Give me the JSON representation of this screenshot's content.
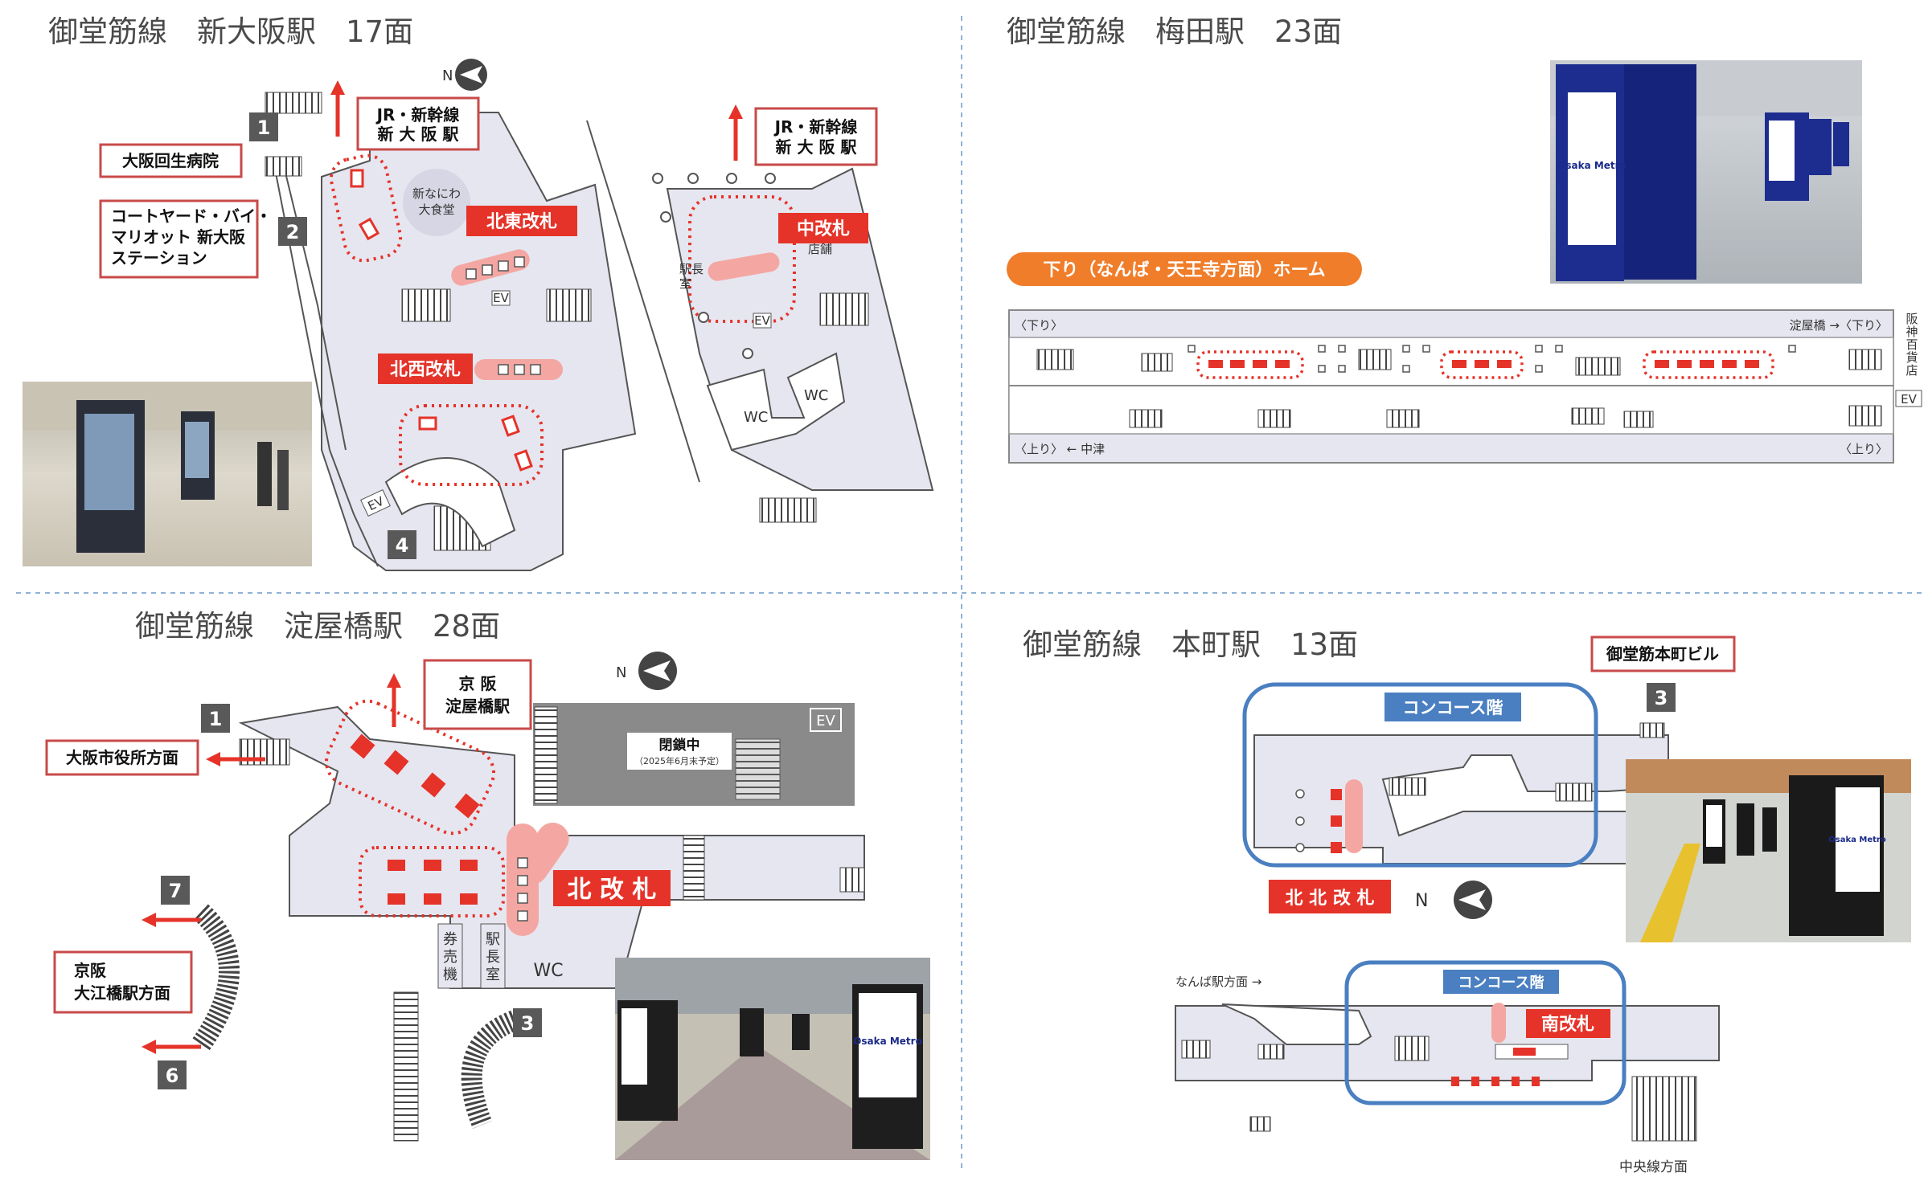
{
  "sections": {
    "shin_osaka": {
      "title": "御堂筋線　新大阪駅　17面",
      "exits": [
        "1",
        "2",
        "4"
      ],
      "labels": {
        "jr": [
          "JR・新幹線",
          "新 大 阪 駅"
        ],
        "jr_right": [
          "JR・新幹線",
          "新 大 阪 駅"
        ],
        "hospital": "大阪回生病院",
        "courtyard": [
          "コートヤード・バイ・",
          "マリオット 新大阪",
          "ステーション"
        ],
        "food_hall": [
          "新なにわ",
          "大食堂"
        ],
        "gate_ne": "北東改札",
        "gate_nw": "北西改札",
        "gate_mid": "中改札",
        "station_master": [
          "駅長",
          "室"
        ],
        "shop": "店舗",
        "ev": "EV",
        "wc": "WC",
        "north": "N"
      }
    },
    "umeda": {
      "title": "御堂筋線　梅田駅　23面",
      "platform_badge": "下り（なんば・天王寺方面）ホーム",
      "top_left": "〈下り〉",
      "top_right": "淀屋橋 →〈下り〉",
      "bottom_left": "〈上り〉 ← 中津",
      "bottom_right": "〈上り〉",
      "side": [
        "阪",
        "神",
        "百",
        "貨",
        "店"
      ],
      "ev": "EV",
      "photo_brand": "Osaka Metro"
    },
    "yodoyabashi": {
      "title": "御堂筋線　淀屋橋駅　28面",
      "exits": [
        "1",
        "7",
        "6",
        "3"
      ],
      "labels": {
        "keihan": [
          "京 阪",
          "淀屋橋駅"
        ],
        "city_hall": "大阪市役所方面",
        "oebashi": [
          "京阪",
          "大江橋駅方面"
        ],
        "closed": "閉鎖中",
        "closed_note": "（2025年6月末予定）",
        "gate_north": "北 改 札",
        "ticket": [
          "券",
          "売",
          "機"
        ],
        "station_master": [
          "駅",
          "長",
          "室"
        ],
        "wc": "WC",
        "ev": "EV",
        "north": "N"
      },
      "photo_brand": "Osaka Metro"
    },
    "honmachi": {
      "title": "御堂筋線　本町駅　13面",
      "labels": {
        "building": "御堂筋本町ビル",
        "exit": "3",
        "concourse": "コンコース階",
        "concourse2": "コンコース階",
        "gate_nn": "北 北 改 札",
        "gate_s": "南改札",
        "namba": "なんば駅方面 →",
        "chuo": "中央線方面",
        "north": "N"
      },
      "photo_brand": "Osaka Metro"
    }
  },
  "colors": {
    "accent_red": "#e53329",
    "platform_orange": "#f07d2a",
    "concourse_blue": "#4a7fc1",
    "floor_lavender": "#e6e6f0",
    "title_grey": "#4a4a4a",
    "metro_blue": "#1d2d8f"
  }
}
